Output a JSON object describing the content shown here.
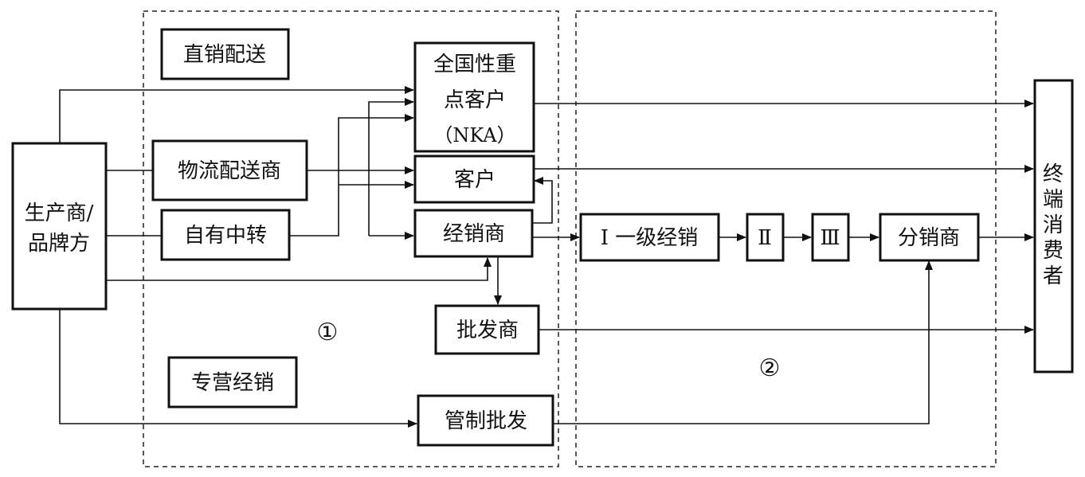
{
  "regions": {
    "region1_marker": "①",
    "region2_marker": "②"
  },
  "labels": {
    "producer_line1": "生产商/",
    "producer_line2": "品牌方",
    "direct_delivery": "直销配送",
    "logistics": "物流配送商",
    "self_transfer": "自有中转",
    "exclusive_distribution": "专营经销",
    "nka_line1": "全国性重",
    "nka_line2": "点客户",
    "nka_line3": "（NKA）",
    "customer": "客户",
    "distributor": "经销商",
    "wholesaler": "批发商",
    "controlled_wholesale": "管制批发",
    "level1": "Ⅰ 一级经销",
    "level2": "Ⅱ",
    "level3": "Ⅲ",
    "sub_distributor": "分销商",
    "consumer_chars": [
      "终",
      "端",
      "消",
      "费",
      "者"
    ]
  }
}
